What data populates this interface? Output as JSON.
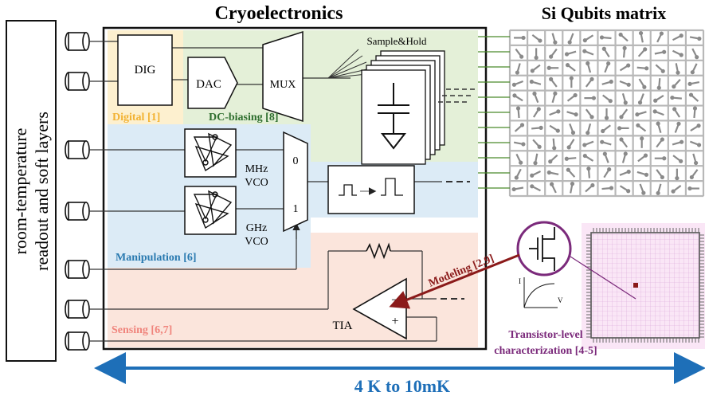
{
  "titles": {
    "cryo": "Cryoelectronics",
    "qubits": "Si Qubits matrix",
    "room": "room-temperature",
    "soft": "readout and soft layers"
  },
  "blocks": {
    "dig": "DIG",
    "dac": "DAC",
    "mux": "MUX",
    "sample_hold": "Sample&Hold",
    "mhz": "MHz",
    "ghz": "GHz",
    "vco": "VCO",
    "sel0": "0",
    "sel1": "1",
    "tia": "TIA",
    "minus": "–",
    "plus": "+",
    "i_axis": "I",
    "v_axis": "V"
  },
  "regions": {
    "digital": "Digital [1]",
    "dcbias": "DC-biasing [8]",
    "manip": "Manipulation [6]",
    "sensing": "Sensing [6,7]",
    "modeling": "Modeling [2,9]",
    "trans1": "Transistor-level",
    "trans2": "characterization [4-5]"
  },
  "temperature": "4 K to 10mK",
  "colors": {
    "digital": "#f2b233",
    "dcbias": "#2e6e2e",
    "manip": "#2a7ab0",
    "sensing": "#f0847c",
    "modeling": "#8b1a1a",
    "transistor": "#7b2a7b",
    "arrow": "#1e6fb8"
  }
}
